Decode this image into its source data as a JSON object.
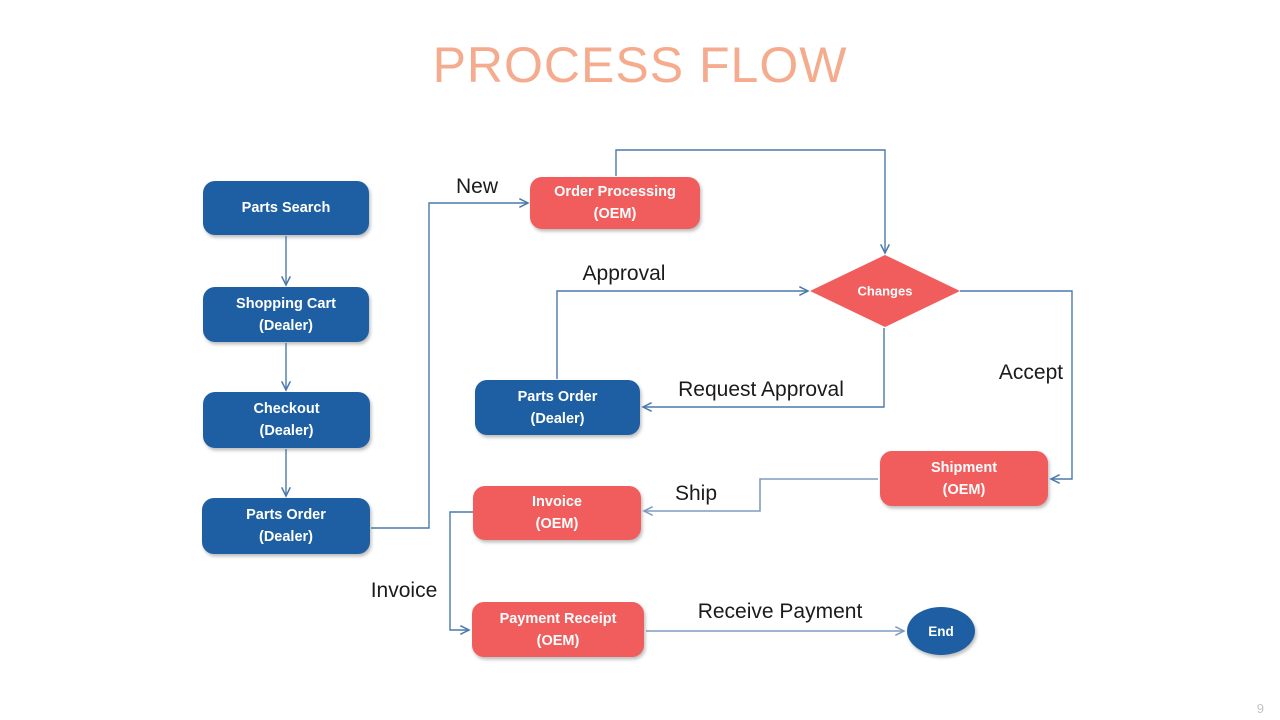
{
  "slide": {
    "title": "PROCESS FLOW",
    "page_number": "9"
  },
  "colors": {
    "title_text": "#F5AC8E",
    "blue_node_fill": "#1E5FA3",
    "red_node_fill": "#F15D5D",
    "node_text": "#FFFFFF",
    "connector_stroke": "#4B79AC",
    "connector_stroke_light": "#7E9CC0",
    "edge_label_text": "#1B1B1B",
    "page_number_text": "#C4C4C4"
  },
  "nodes": {
    "parts_search": {
      "line1": "Parts Search"
    },
    "shopping_cart": {
      "line1": "Shopping Cart",
      "line2": "(Dealer)"
    },
    "checkout": {
      "line1": "Checkout",
      "line2": "(Dealer)"
    },
    "parts_order_left": {
      "line1": "Parts Order",
      "line2": "(Dealer)"
    },
    "order_processing": {
      "line1": "Order Processing",
      "line2": "(OEM)"
    },
    "changes": {
      "label": "Changes"
    },
    "parts_order_mid": {
      "line1": "Parts Order",
      "line2": "(Dealer)"
    },
    "shipment": {
      "line1": "Shipment",
      "line2": "(OEM)"
    },
    "invoice": {
      "line1": "Invoice",
      "line2": "(OEM)"
    },
    "payment_receipt": {
      "line1": "Payment Receipt",
      "line2": "(OEM)"
    },
    "end": {
      "label": "End"
    }
  },
  "edge_labels": {
    "new": "New",
    "approval": "Approval",
    "request_approval": "Request Approval",
    "accept": "Accept",
    "ship": "Ship",
    "invoice": "Invoice",
    "receive_payment": "Receive Payment"
  }
}
